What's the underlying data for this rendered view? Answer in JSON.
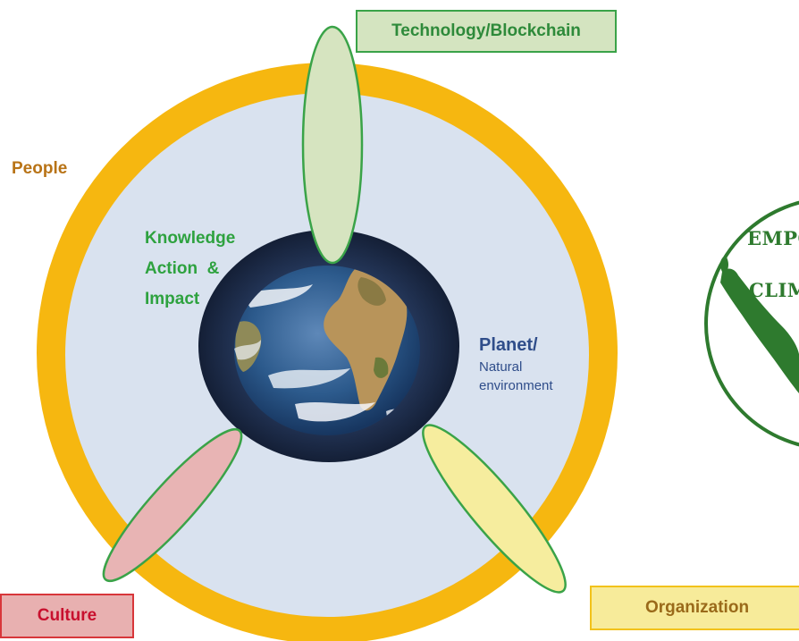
{
  "labels": {
    "technology": "Technology/Blockchain",
    "culture": "Culture",
    "organization": "Organization",
    "people": "People",
    "knowledge_line1": "Knowledge",
    "knowledge_line2": "Action  &",
    "knowledge_line3": "Impact",
    "planet_title": "Planet/",
    "planet_line1": "Natural",
    "planet_line2": "environment"
  },
  "logo": {
    "line1": "EMPO",
    "line2": "CLIM"
  },
  "colors": {
    "outer_ring": "#f6b710",
    "inner_disk": "#d9e2ef",
    "earth_halo": "#1b2c4a",
    "technology_petal": "#d6e4c0",
    "technology_accent": "#3aa348",
    "culture_petal": "#e8b4b4",
    "culture_accent": "#d8363a",
    "organization_petal": "#f6ed9e",
    "organization_accent": "#f2c21a",
    "people_text": "#b87316",
    "knowledge_text": "#2ea23f",
    "planet_text": "#2f4d8a",
    "logo_green": "#2e7a2e"
  },
  "icons": {
    "earth": "earth-globe-icon",
    "logo_figure": "raised-arm-figure-icon"
  }
}
